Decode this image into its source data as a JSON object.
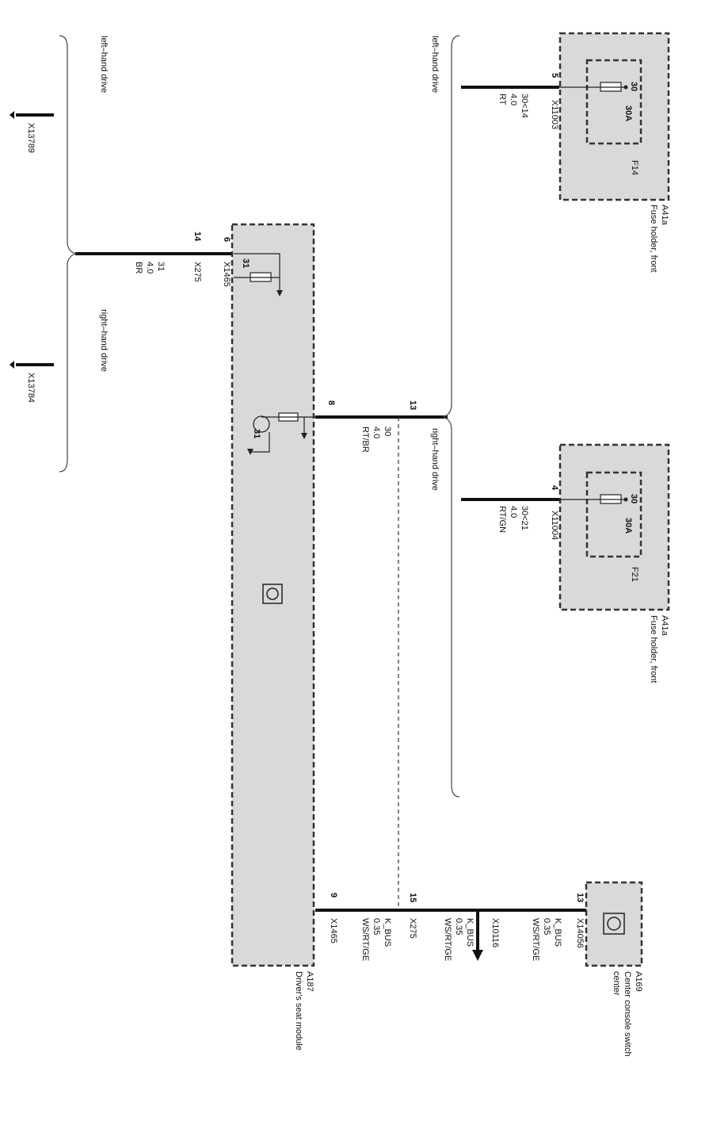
{
  "modules": {
    "fuse_f14": {
      "id": "A41a",
      "name": "Fuse holder, front",
      "fuse": "F14",
      "rating": "30A",
      "pin": "30"
    },
    "fuse_f21": {
      "id": "A41a",
      "name": "Fuse holder, front",
      "fuse": "F21",
      "rating": "30A",
      "pin": "30"
    },
    "console": {
      "id": "A169",
      "name_line1": "Center console switch",
      "name_line2": "center"
    },
    "seat_module": {
      "id": "A187",
      "name": "Driver's seat module",
      "ground_pin": "31",
      "motor_pin": "31"
    }
  },
  "wires": {
    "w1": {
      "pin": "5",
      "connector": "X11003",
      "circuit": "30<14",
      "gauge": "4.0",
      "color": "RT"
    },
    "w2": {
      "pin": "4",
      "connector": "X11004",
      "circuit": "30<21",
      "gauge": "4.0",
      "color": "RT/GN"
    },
    "w3": {
      "pin_top": "13",
      "connector": "X14056",
      "circuit": "K_BUS",
      "gauge": "0.35",
      "color": "WS/RT/GE"
    },
    "w3_splice": {
      "connector": "X10116"
    },
    "w3_mid": {
      "pin": "15",
      "connector": "X275",
      "circuit": "K_BUS",
      "gauge": "0.35",
      "color": "WS/RT/GE"
    },
    "w3_bottom": {
      "pin": "9",
      "connector": "X1465",
      "circuit": "K_BUS",
      "gauge": "0.35",
      "color": "WS/RT/GE"
    },
    "w4": {
      "pin_top": "13",
      "pin_bottom": "8",
      "circuit": "30",
      "gauge": "4.0",
      "color": "RT/BR"
    },
    "w5": {
      "pin_module": "6",
      "connector_module": "X1465",
      "pin_x275": "14",
      "connector_x275": "X275",
      "circuit": "31",
      "gauge": "4.0",
      "color": "BR"
    }
  },
  "grounds": {
    "g1": "X13789",
    "g2": "X13784"
  },
  "variants": {
    "lhd": "left–hand drive",
    "rhd": "right–hand drive"
  }
}
